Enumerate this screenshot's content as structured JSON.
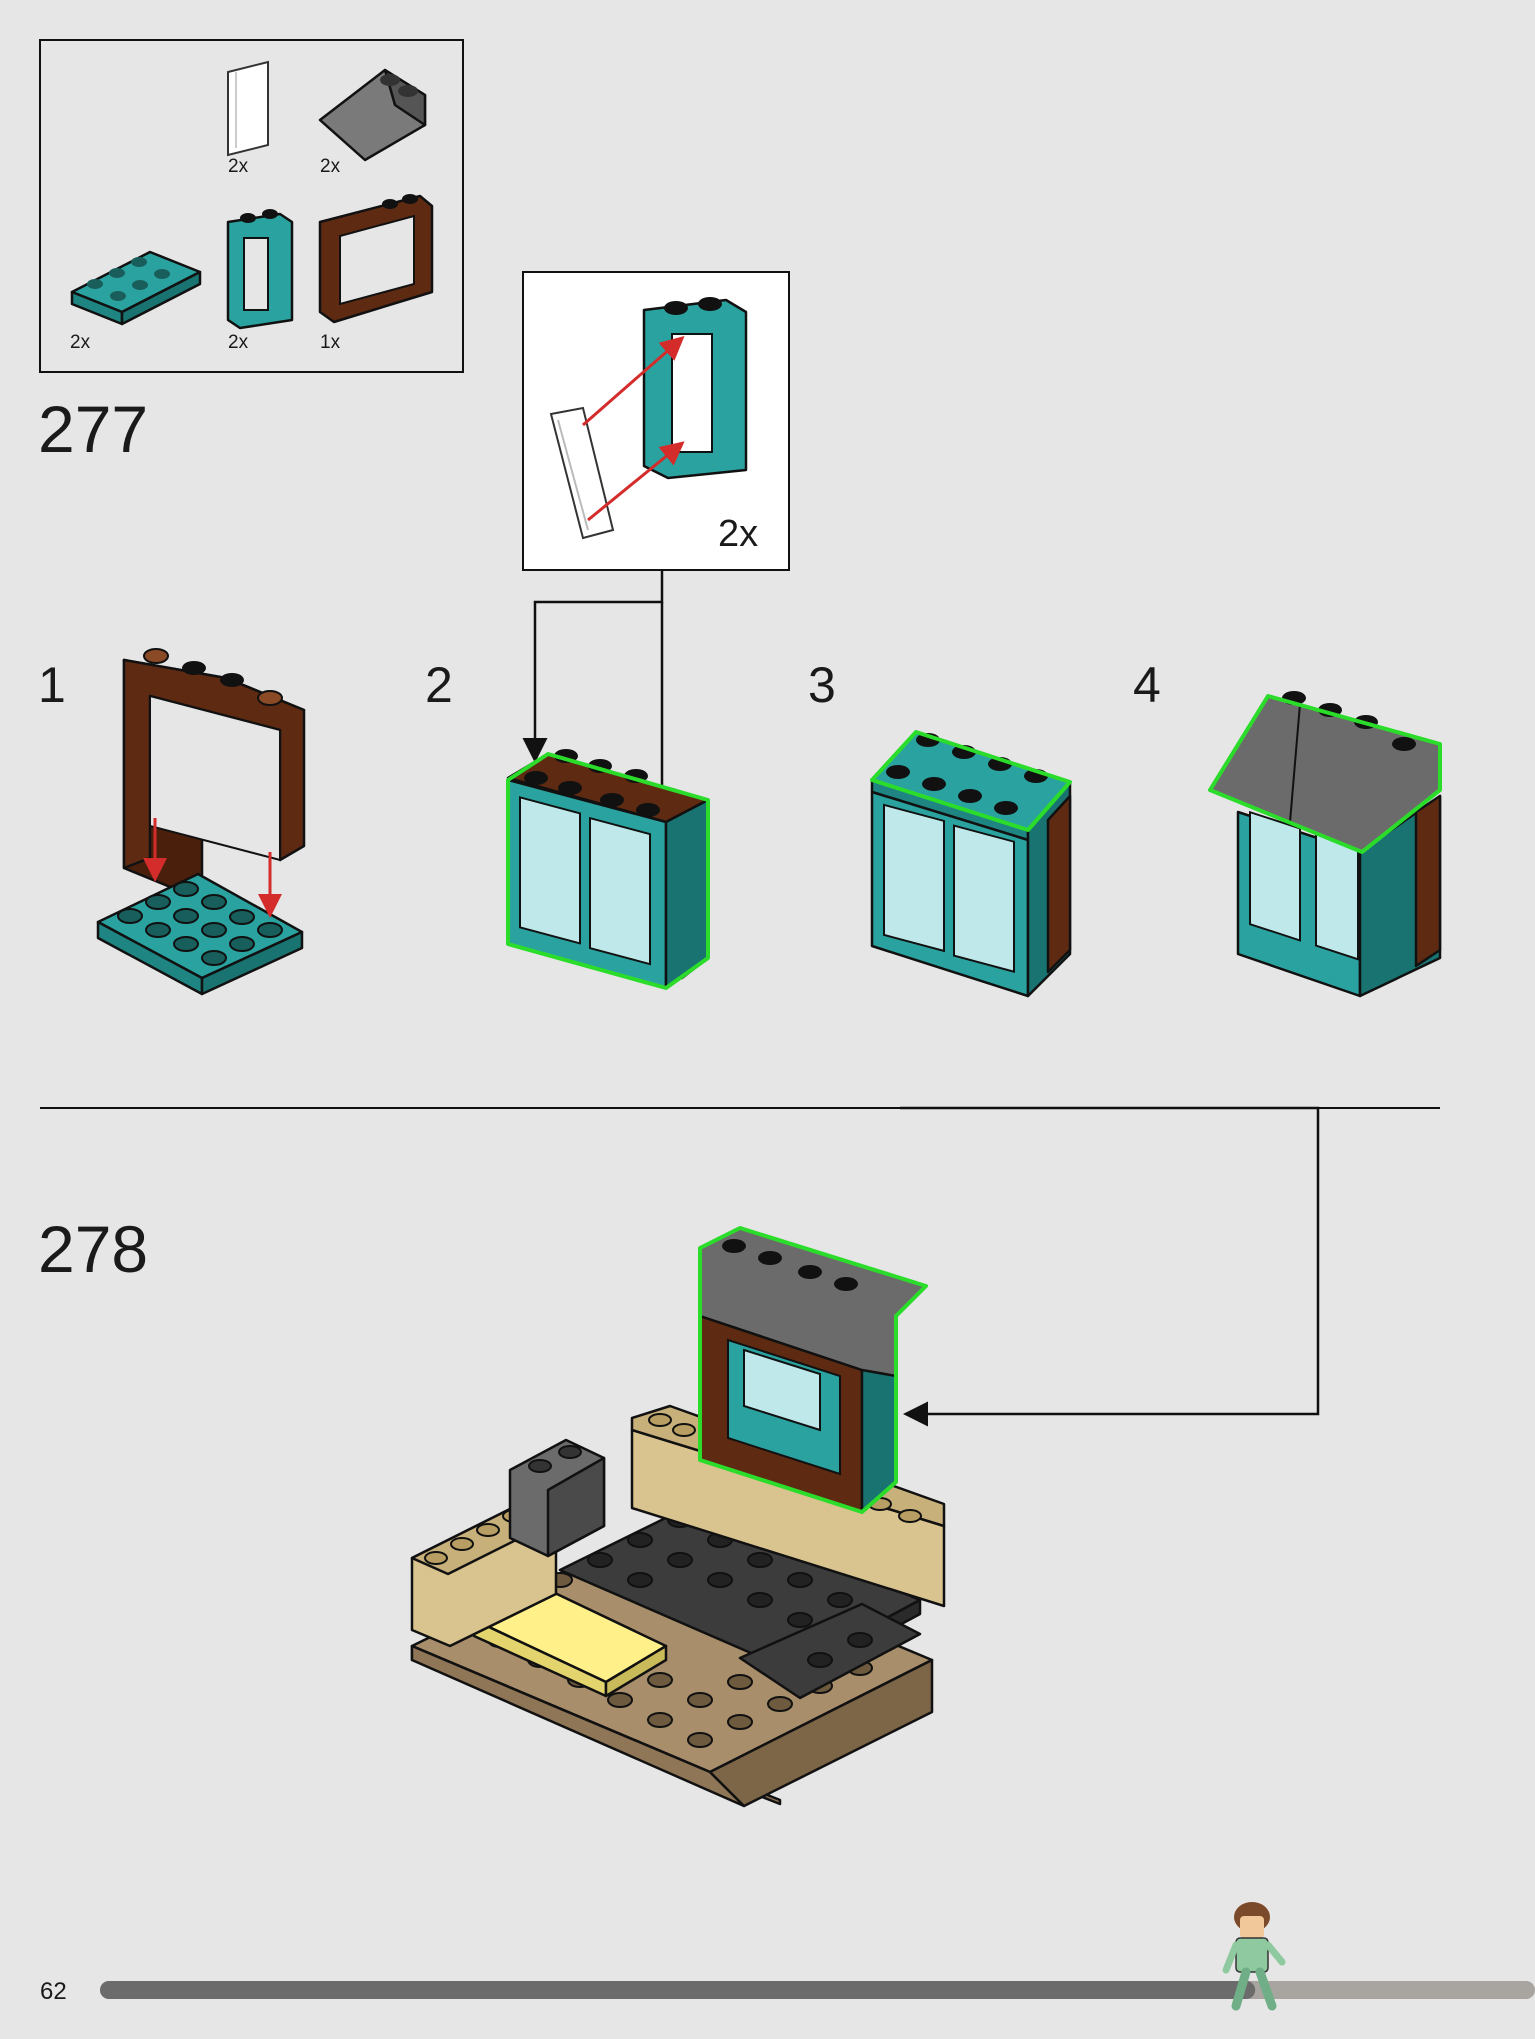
{
  "page_number": "62",
  "parts_list": [
    {
      "name": "glass-pane",
      "qty": "2x"
    },
    {
      "name": "slope-brick",
      "qty": "2x"
    },
    {
      "name": "plate-2x4-teal",
      "qty": "2x"
    },
    {
      "name": "window-frame-1x2-teal",
      "qty": "2x"
    },
    {
      "name": "window-frame-1x4-brown",
      "qty": "1x"
    }
  ],
  "step_277": {
    "number": "277",
    "callout_qty": "2x",
    "substeps": [
      "1",
      "2",
      "3",
      "4"
    ]
  },
  "step_278": {
    "number": "278"
  },
  "progress": 0.805,
  "colors": {
    "background": "#e6e6e6",
    "teal": "#2aa3a0",
    "brown": "#5e2a12",
    "dark_gray": "#3c3c3c",
    "slope_gray": "#6b6b6b",
    "tan": "#d9c48f",
    "base": "#a98e6b",
    "highlight": "#2bdc2b",
    "arrow_red": "#d42b2b"
  }
}
